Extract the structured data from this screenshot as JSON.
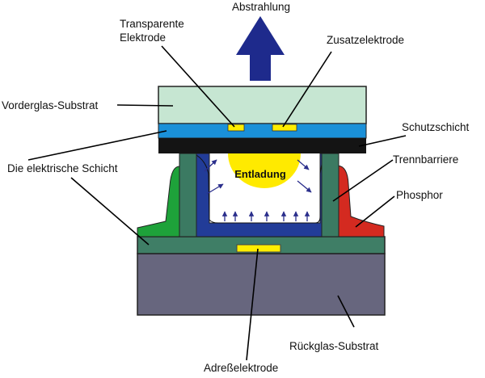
{
  "labels": {
    "emission": "Abstrahlung",
    "transparent_electrode_line1": "Transparente",
    "transparent_electrode_line2": "Elektrode",
    "additional_electrode": "Zusatzelektrode",
    "front_glass": "Vorderglas-Substrat",
    "protective_layer": "Schutzschicht",
    "dielectric_layer": "Die elektrische Schicht",
    "barrier_rib": "Trennbarriere",
    "phosphor": "Phosphor",
    "discharge": "Entladung",
    "rear_glass": "Rückglas-Substrat",
    "address_electrode": "Adreßelektrode"
  },
  "colors": {
    "front_glass": "#c6e6d2",
    "blue_layer": "#1a90d8",
    "protective_layer": "#141414",
    "barrier": "#3b7a62",
    "phosphor_blue": "#223c98",
    "phosphor_green": "#1ea23a",
    "phosphor_red": "#d42a20",
    "discharge": "#ffea00",
    "electrode": "#ffee00",
    "rear_glass": "#67667e",
    "dielectric": "#3f7e66",
    "arrow": "#1e2a8c",
    "small_arrow": "#2b2f8c"
  }
}
